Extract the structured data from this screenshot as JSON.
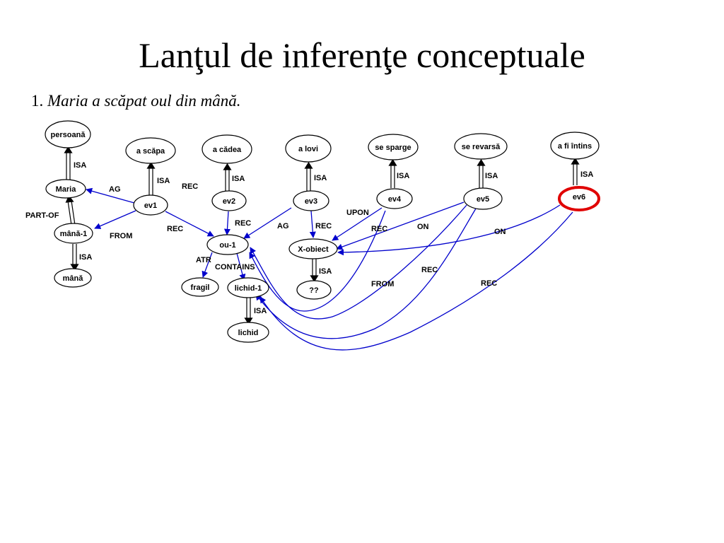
{
  "title": "Lanţul de inferenţe conceptuale",
  "example": {
    "number": "1.",
    "sentence": "Maria a scăpat oul din mână."
  },
  "colors": {
    "relation_arrow": "#0000cc",
    "isa_arrow": "#000000",
    "highlight": "#e00000"
  },
  "nodes": {
    "persoana": "persoană",
    "maria": "Maria",
    "mana1": "mână-1",
    "mana": "mână",
    "a_scapa": "a scăpa",
    "ev1": "ev1",
    "a_cadea": "a cădea",
    "ev2": "ev2",
    "a_lovi": "a lovi",
    "ev3": "ev3",
    "se_sparge": "se sparge",
    "ev4": "ev4",
    "se_revarsa": "se revarsă",
    "ev5": "ev5",
    "a_fi_intins": "a fi întins",
    "ev6": "ev6",
    "ou1": "ou-1",
    "fragil": "fragil",
    "lichid1": "lichid-1",
    "lichid": "lichid",
    "x_obiect": "X-obiect",
    "unknown": "??"
  },
  "labels": {
    "isa": "ISA",
    "ag": "AG",
    "part_of": "PART-OF",
    "from": "FROM",
    "rec": "REC",
    "atr": "ATR",
    "contains": "CONTAINS",
    "upon": "UPON",
    "on": "ON"
  }
}
